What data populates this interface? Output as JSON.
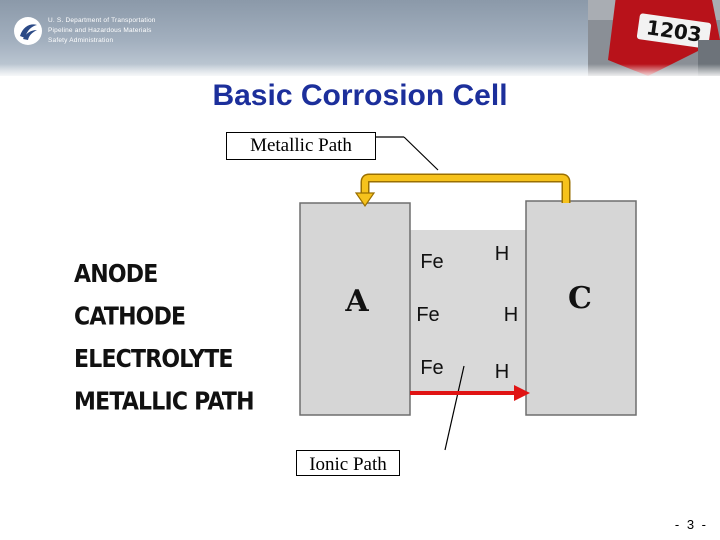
{
  "header": {
    "agency_lines": [
      "U. S. Department of Transportation",
      "Pipeline and Hazardous Materials",
      "Safety Administration"
    ],
    "placard_number": "1203"
  },
  "slide": {
    "title": "Basic Corrosion Cell",
    "terms": [
      "ANODE",
      "CATHODE",
      "ELECTROLYTE",
      "METALLIC PATH"
    ],
    "page_number": "- 3 -"
  },
  "diagram": {
    "metallic_path_label": "Metallic Path",
    "ionic_path_label": "Ionic Path",
    "anode_letter": "A",
    "cathode_letter": "C",
    "iron_labels": [
      "Fe",
      "Fe",
      "Fe"
    ],
    "hydrogen_labels": [
      "H",
      "H",
      "H"
    ],
    "colors": {
      "electrode_fill": "#d6d6d6",
      "electrolyte_fill": "#d9d9d9",
      "metallic_arrow": "#f6c21c",
      "ionic_arrow": "#e01414",
      "title_blue": "#1c2f9b"
    }
  }
}
